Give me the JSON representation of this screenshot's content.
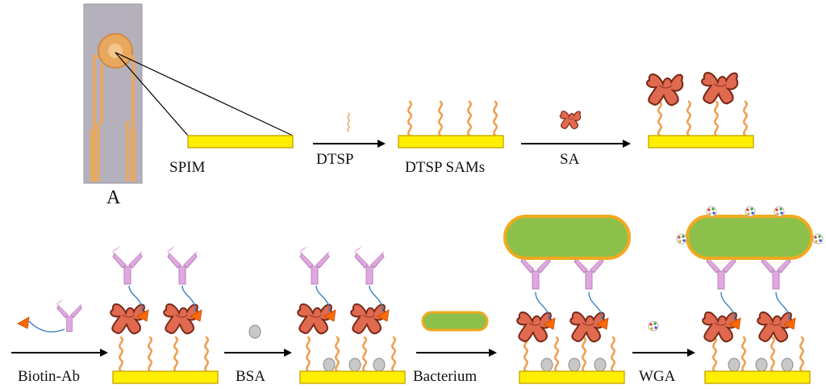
{
  "labels": {
    "panel": "A",
    "spim": "SPIM",
    "dtsp": "DTSP",
    "dtsp_sams": "DTSP SAMs",
    "sa": "SA",
    "biotin_ab": "Biotin-Ab",
    "bsa": "BSA",
    "bacterium": "Bacterium",
    "wga": "WGA"
  },
  "colors": {
    "electrode": "#ffee00",
    "electrode_edge": "#c8a800",
    "linker": "#f0a055",
    "streptavidin": "#e06a50",
    "streptavidin_edge": "#7a2a18",
    "antibody": "#e0a8e0",
    "antibody_edge": "#b780b7",
    "biotin": "#ff6a00",
    "tether": "#3a7fc0",
    "bacterium": "#8cc04a",
    "bacterium_edge": "#f2a91e",
    "bsa": "#c8c8c8",
    "arrow": "#000000"
  },
  "icons": {
    "sensor_chip": "screen-printed-electrode-photo",
    "linker": "wavy-linker-icon",
    "streptavidin": "cross-shaped-protein-icon",
    "antibody": "y-shaped-antibody-icon",
    "bsa": "bsa-blob-icon",
    "bacterium": "rod-bacterium-icon",
    "wga": "wga-molecule-icon"
  }
}
